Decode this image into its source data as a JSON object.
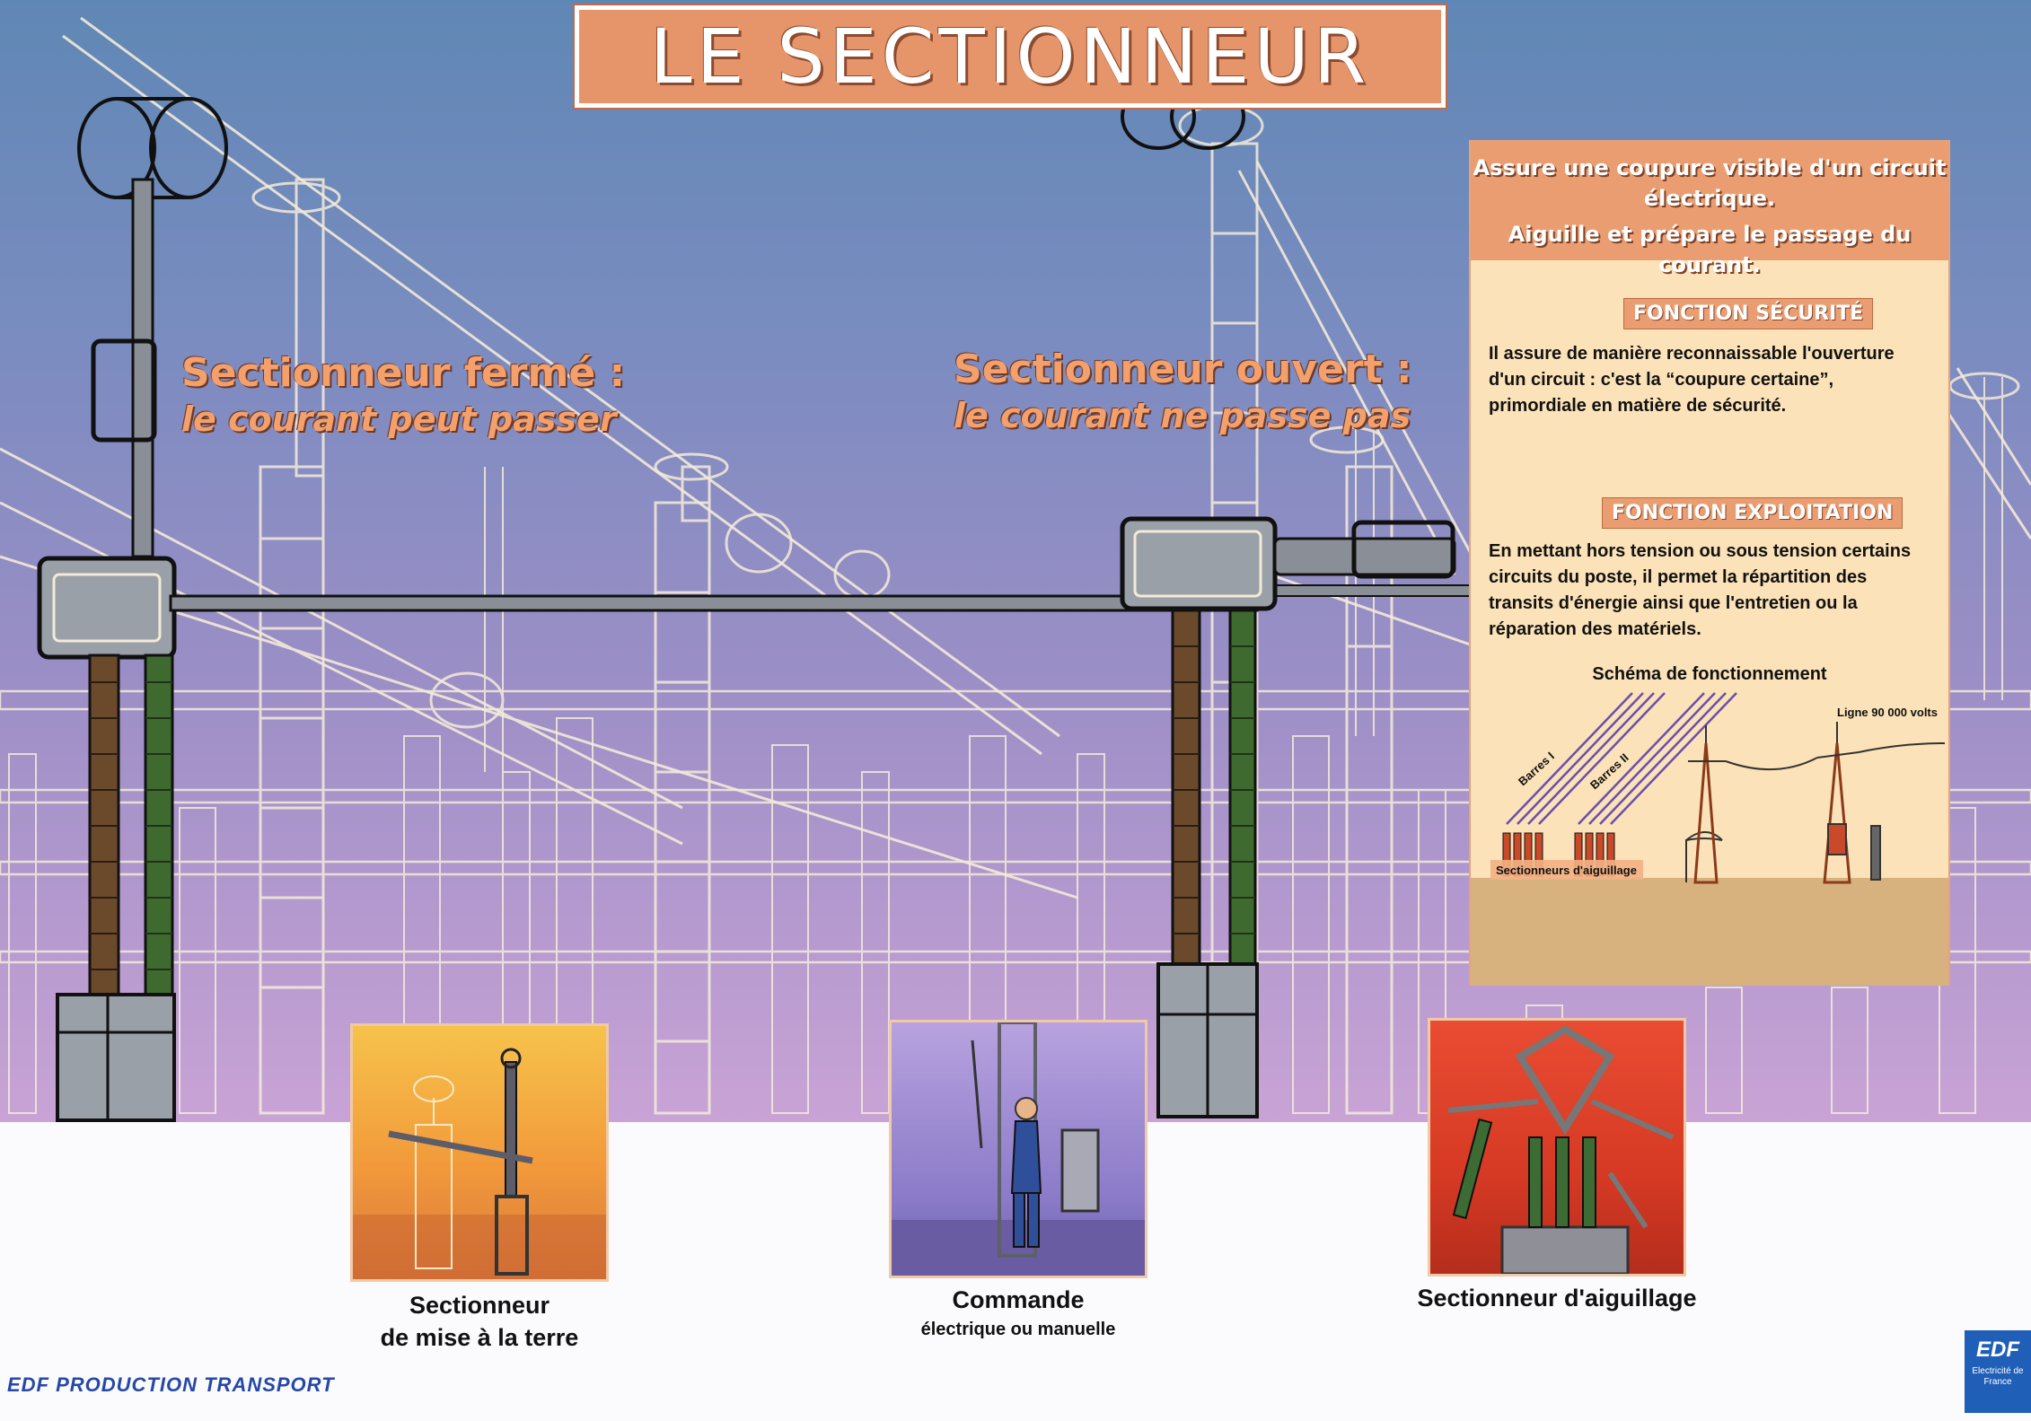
{
  "title": "LE SECTIONNEUR",
  "captions": {
    "closed": {
      "line1": "Sectionneur fermé :",
      "line2": "le courant peut passer"
    },
    "open": {
      "line1": "Sectionneur ouvert :",
      "line2": "le courant ne passe pas"
    }
  },
  "panel": {
    "header_line1": "Assure une coupure visible d'un circuit électrique.",
    "header_line2": "Aiguille et prépare le passage du courant.",
    "security_title": "FONCTION SÉCURITÉ",
    "security_body": "Il assure de manière reconnaissable l'ouverture d'un circuit : c'est la “coupure certaine”, primordiale en matière de sécurité.",
    "exploitation_title": "FONCTION EXPLOITATION",
    "exploitation_body": "En mettant hors tension ou sous tension certains circuits du poste, il permet la répartition des transits d'énergie ainsi que l'entretien ou la réparation des matériels.",
    "schema_title": "Schéma de fonctionnement",
    "schema_labels": {
      "barres1": "Barres I",
      "barres2": "Barres II",
      "ligne": "Ligne 90 000 volts",
      "sectionneurs": "Sectionneurs d'aiguillage"
    }
  },
  "photos": [
    {
      "caption_line1": "Sectionneur",
      "caption_line2": "de mise à la terre"
    },
    {
      "caption_line1": "Commande",
      "caption_line2": "électrique ou manuelle"
    },
    {
      "caption_line1": "Sectionneur d'aiguillage"
    }
  ],
  "footer": {
    "company": "EDF PRODUCTION TRANSPORT",
    "logo_text": "EDF",
    "logo_sub": "Electricité de France"
  },
  "colors": {
    "accent": "#ea9d70",
    "panel": "#fbe2b8",
    "edf_blue": "#1f5fb8"
  }
}
